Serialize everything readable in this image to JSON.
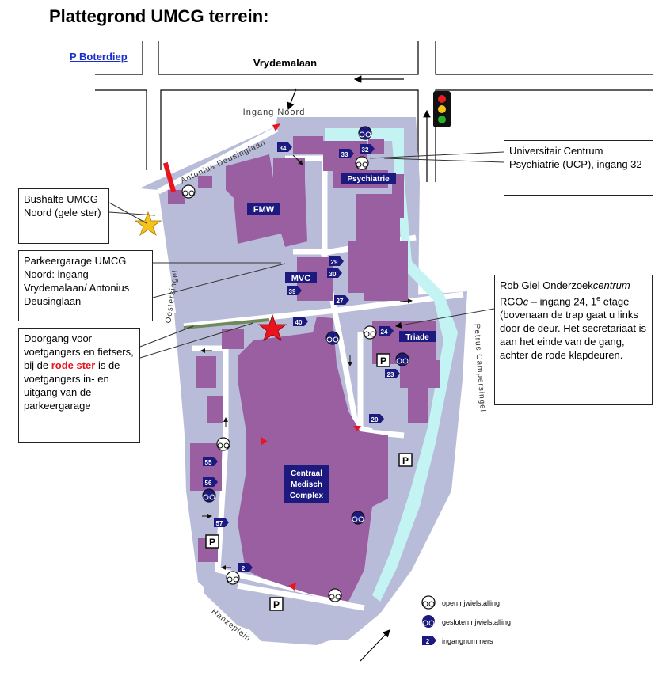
{
  "title": "Plattegrond UMCG terrein:",
  "parking_link": "P Boterdiep",
  "streets": {
    "vrydemalaan": "Vrydemalaan",
    "ingang_noord": "Ingang Noord",
    "antonius": "Antonius Deusinglaan",
    "oostersingel": "Oostersingel",
    "petrus": "Petrus Campersingel",
    "hanzeplein": "Hanzeplein"
  },
  "buildings": {
    "fmw": "FMW",
    "mvc": "MVC",
    "psychiatrie": "Psychiatrie",
    "triade": "Triade",
    "cmc_1": "Centraal",
    "cmc_2": "Medisch",
    "cmc_3": "Complex"
  },
  "entrances": [
    "34",
    "33",
    "32",
    "29",
    "30",
    "39",
    "27",
    "40",
    "24",
    "23",
    "20",
    "55",
    "56",
    "57",
    "2"
  ],
  "parking_symbol": "P",
  "callouts": {
    "bushalte": "Bushalte UMCG Noord (gele ster)",
    "parkeergarage": "Parkeergarage UMCG Noord: ingang Vrydemalaan/ Antonius Deusinglaan",
    "doorgang_1": "Doorgang voor voetgangers en fietsers, bij de ",
    "doorgang_red": "rode ster",
    "doorgang_2": " is de voetgangers in- en uitgang van de parkeergarage",
    "ucp": "Universitair Centrum Psychiatrie (UCP), ingang 32",
    "robgiel_1": "Rob Giel Onderzoek",
    "robgiel_ital": "centrum",
    "robgiel_2": " RGO",
    "robgiel_ital2": "c",
    "robgiel_3": " – ingang 24, 1",
    "robgiel_sup": "e",
    "robgiel_4": " etage (bovenaan de trap gaat u links door de deur. Het secretariaat is aan het einde van de gang, achter de rode klapdeuren."
  },
  "legend": {
    "open": "open rijwielstalling",
    "closed": "gesloten rijwielstalling",
    "entrance": "ingangnummers",
    "entrance_sample": "2"
  },
  "colors": {
    "site": "#b9bcd8",
    "building": "#9a5fa0",
    "label_bg": "#1c1a7f",
    "water": "#c4f3f3",
    "star_red": "#e8141e",
    "star_yellow": "#f6c21c"
  }
}
